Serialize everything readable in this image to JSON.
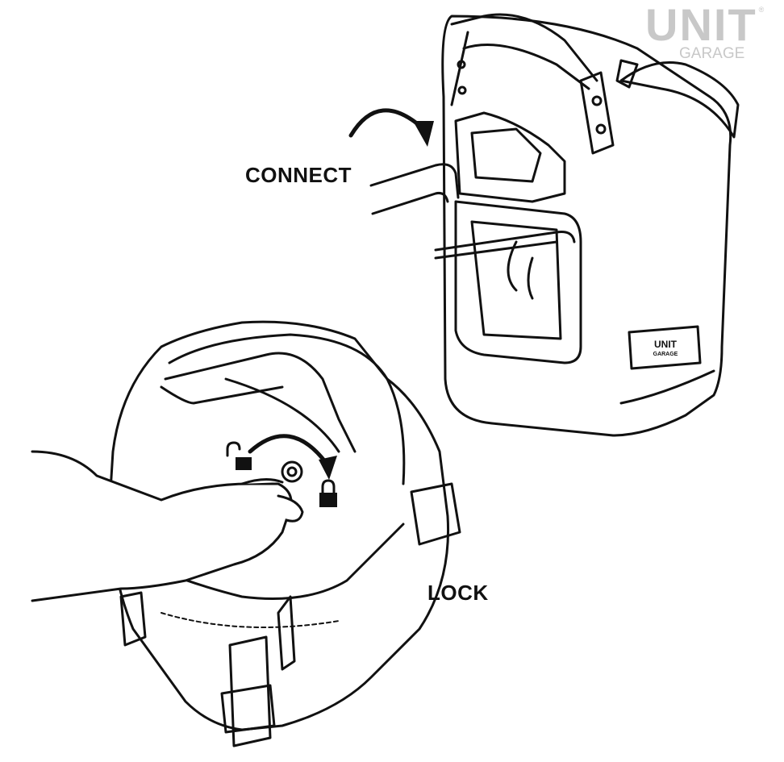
{
  "labels": {
    "connect": "CONNECT",
    "lock": "LOCK"
  },
  "logo": {
    "brand": "UNIT",
    "sub": "GARAGE",
    "registered": "®"
  },
  "bag_patch": {
    "brand": "UNIT",
    "sub": "GARAGE"
  },
  "colors": {
    "line": "#111111",
    "logo": "#c8c8c8",
    "background": "#ffffff"
  }
}
